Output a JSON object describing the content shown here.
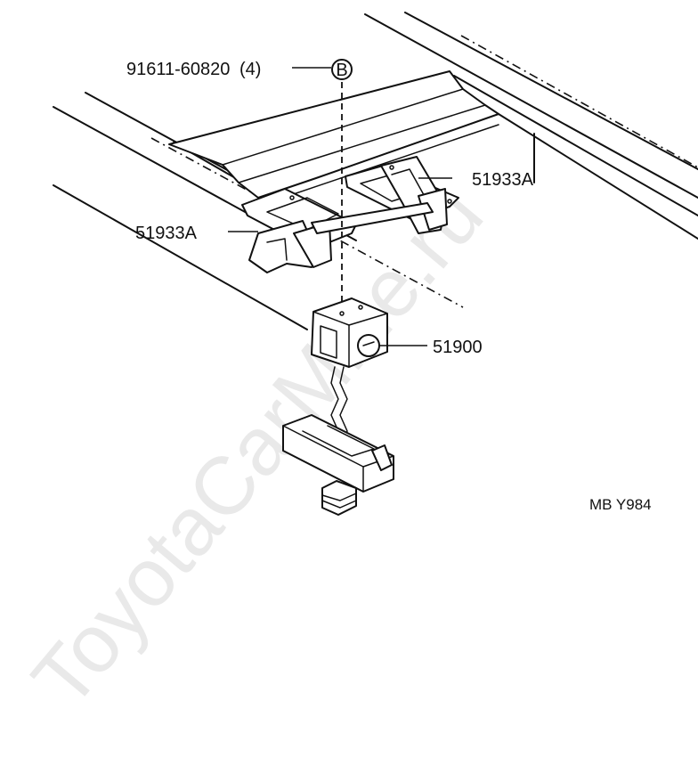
{
  "callouts": {
    "bolt": {
      "part_no": "91611-60820",
      "qty": "(4)",
      "ref": "B"
    },
    "hanger_right": "51933A",
    "hanger_left": "51933A",
    "carrier": "51900"
  },
  "figure_code": "MB Y984",
  "watermark": "ToyotaCarMine.ru",
  "icons": {
    "ref_marker": "circled-letter-icon",
    "frame": "frame-rail-drawing",
    "carrier": "spare-tire-carrier-drawing"
  }
}
